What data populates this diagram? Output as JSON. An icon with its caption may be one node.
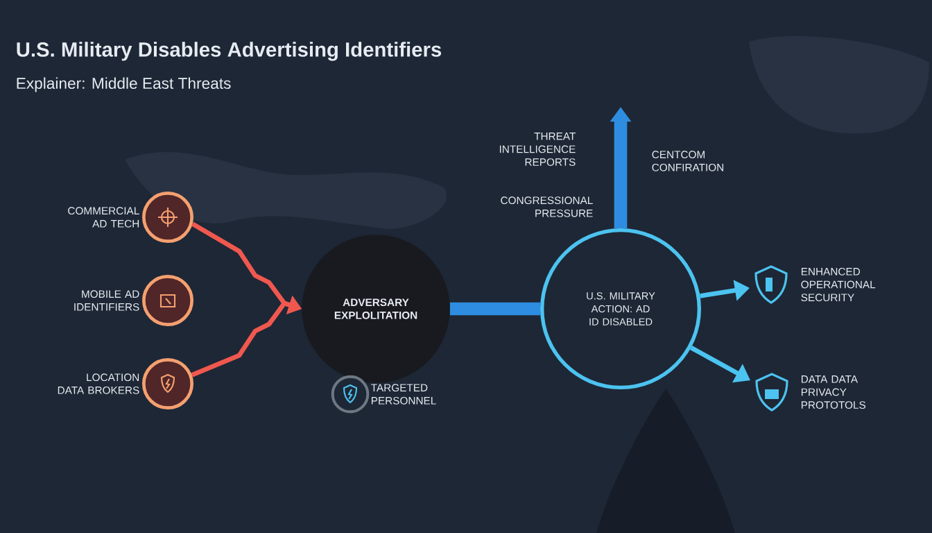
{
  "diagram": {
    "title": "U.S. Military Disables Advertising Identifiers",
    "nodes": [
      {
        "text": [],
        "shape": "circle",
        "beside": [
          "COMMERCIAL AD TECH"
        ]
      },
      {
        "text": [],
        "shape": "circle",
        "beside": [
          "MOBILE AD IDENTIFIERS"
        ]
      },
      {
        "text": [],
        "shape": "circle",
        "beside": [
          "LOCATION DATA BROKERS"
        ]
      },
      {
        "text": [
          "ADVERSARY EXPLOLITATION"
        ]
      },
      {
        "text": [],
        "shape": "circle",
        "beside": [
          "TARGETED PERSONNEL"
        ]
      },
      {
        "text": [
          "U.S. MILITARY ACTION: AD ID DISABLED"
        ]
      },
      {
        "text": [],
        "shape": "shield",
        "beside": [
          "ENHANCED OPERATIONAL SECURITY"
        ]
      },
      {
        "text": [],
        "shape": "shield",
        "beside": [
          "DATA DATA PRIVACY PROTOTOLS"
        ]
      }
    ],
    "edges": [
      {
        "from": 0,
        "to": 3,
        "arrow": "to",
        "color": "#f0584f"
      },
      {
        "from": 2,
        "to": 3,
        "arrow": "to",
        "color": "#f0584f"
      },
      {
        "from": 3,
        "to": 5,
        "arrow": "none",
        "style": "thick",
        "color": "#2e8de0"
      },
      {
        "from": 5,
        "to": null,
        "arrow": "to",
        "style": "thick",
        "color": "#2e8de0"
      },
      {
        "from": 5,
        "to": 6,
        "arrow": "to",
        "color": "#4cc3f0"
      },
      {
        "from": 5,
        "to": 7,
        "arrow": "to",
        "color": "#4cc3f0"
      }
    ],
    "labels": [
      "Explainer: Middle East Threats",
      "THREAT INTELLIGENCE REPORTS",
      "CENTCOM CONFIRATION",
      "CONGRESSIONAL PRESSURE"
    ]
  }
}
